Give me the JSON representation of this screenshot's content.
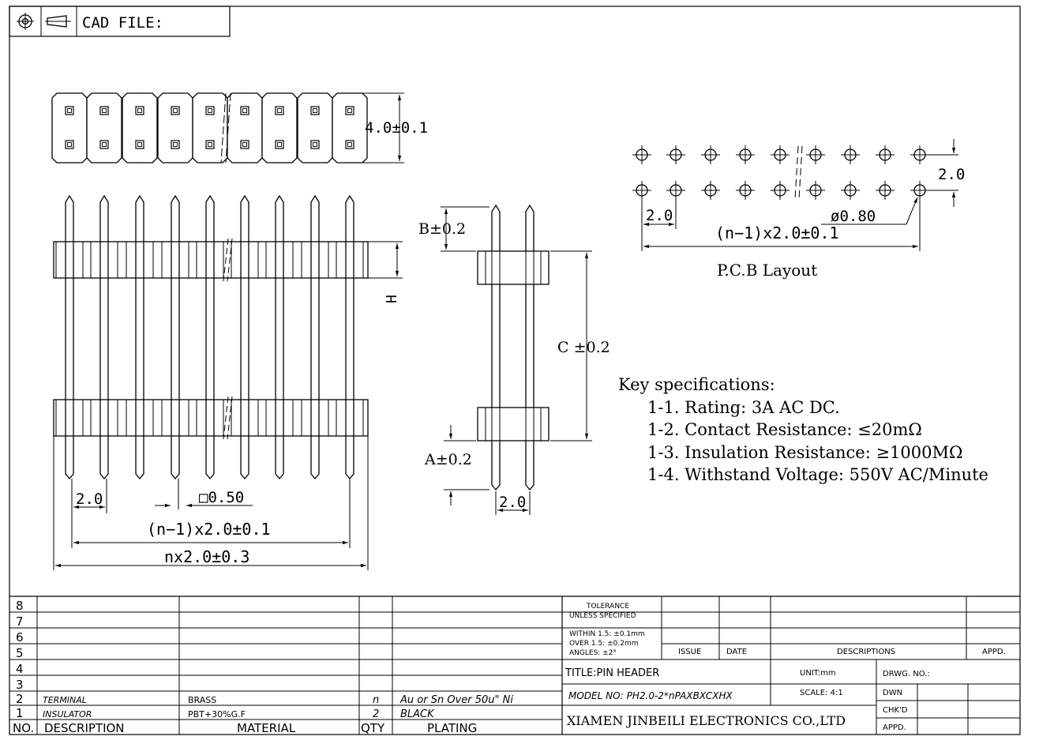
{
  "header": {
    "cad_file_label": "CAD FILE:",
    "symbols": [
      "projection-circle-icon",
      "projection-cone-icon"
    ]
  },
  "dims": {
    "height_dim": "4.0±0.1",
    "pitch_row": "2.0",
    "pin_square": "□0.50",
    "span_n1": "(n−1)x2.0±0.1",
    "span_n": "nx2.0±0.3",
    "b_dim": "B±0.2",
    "c_dim": "C ±0.2",
    "a_dim": "A±0.2",
    "side_pitch": "2.0",
    "h_dim": "H",
    "pcb_pitch_v": "2.0",
    "pcb_pitch_h": "2.0",
    "pcb_hole": "ø0.80",
    "pcb_span": "(n−1)x2.0±0.1",
    "pcb_title": "P.C.B Layout"
  },
  "specs": {
    "heading": "Key specifications:",
    "items": [
      "1-1. Rating: 3A AC DC.",
      "1-2. Contact Resistance: ≤20mΩ",
      "1-3. Insulation Resistance: ≥1000MΩ",
      "1-4. Withstand Voltage: 550V AC/Minute"
    ]
  },
  "bom": {
    "headers": {
      "no": "NO.",
      "description": "DESCRIPTION",
      "material": "MATERIAL",
      "qty": "QTY",
      "plating": "PLATING"
    },
    "rows": [
      {
        "no": "8",
        "description": "",
        "material": "",
        "qty": "",
        "plating": ""
      },
      {
        "no": "7",
        "description": "",
        "material": "",
        "qty": "",
        "plating": ""
      },
      {
        "no": "6",
        "description": "",
        "material": "",
        "qty": "",
        "plating": ""
      },
      {
        "no": "5",
        "description": "",
        "material": "",
        "qty": "",
        "plating": ""
      },
      {
        "no": "4",
        "description": "",
        "material": "",
        "qty": "",
        "plating": ""
      },
      {
        "no": "3",
        "description": "",
        "material": "",
        "qty": "",
        "plating": ""
      },
      {
        "no": "2",
        "description": "TERMINAL",
        "material": "BRASS",
        "qty": "n",
        "plating": "Au or Sn Over 50u\" Ni"
      },
      {
        "no": "1",
        "description": "INSULATOR",
        "material": "PBT+30%G.F",
        "qty": "2",
        "plating": "BLACK"
      }
    ]
  },
  "title_block": {
    "tolerance_title": "TOLERANCE\nUNLESS SPECIFIED",
    "tolerance_lines": [
      "WITHIN 1.5: ±0.1mm",
      "OVER 1.5: ±0.2mm",
      "ANGLES: ±2°"
    ],
    "issue": "ISSUE",
    "date": "DATE",
    "descriptions": "DESCRIPTIONS",
    "appd": "APPD.",
    "title": "TITLE:PIN HEADER",
    "unit": "UNIT:mm",
    "drwg_no": "DRWG. NO.:",
    "model": "MODEL NO: PH2.0-2*nPAXBXCXHX",
    "scale": "SCALE: 4:1",
    "dwn": "DWN",
    "chkd": "CHK'D",
    "appd2": "APPD.",
    "company": "XIAMEN JINBEILI ELECTRONICS CO.,LTD"
  }
}
